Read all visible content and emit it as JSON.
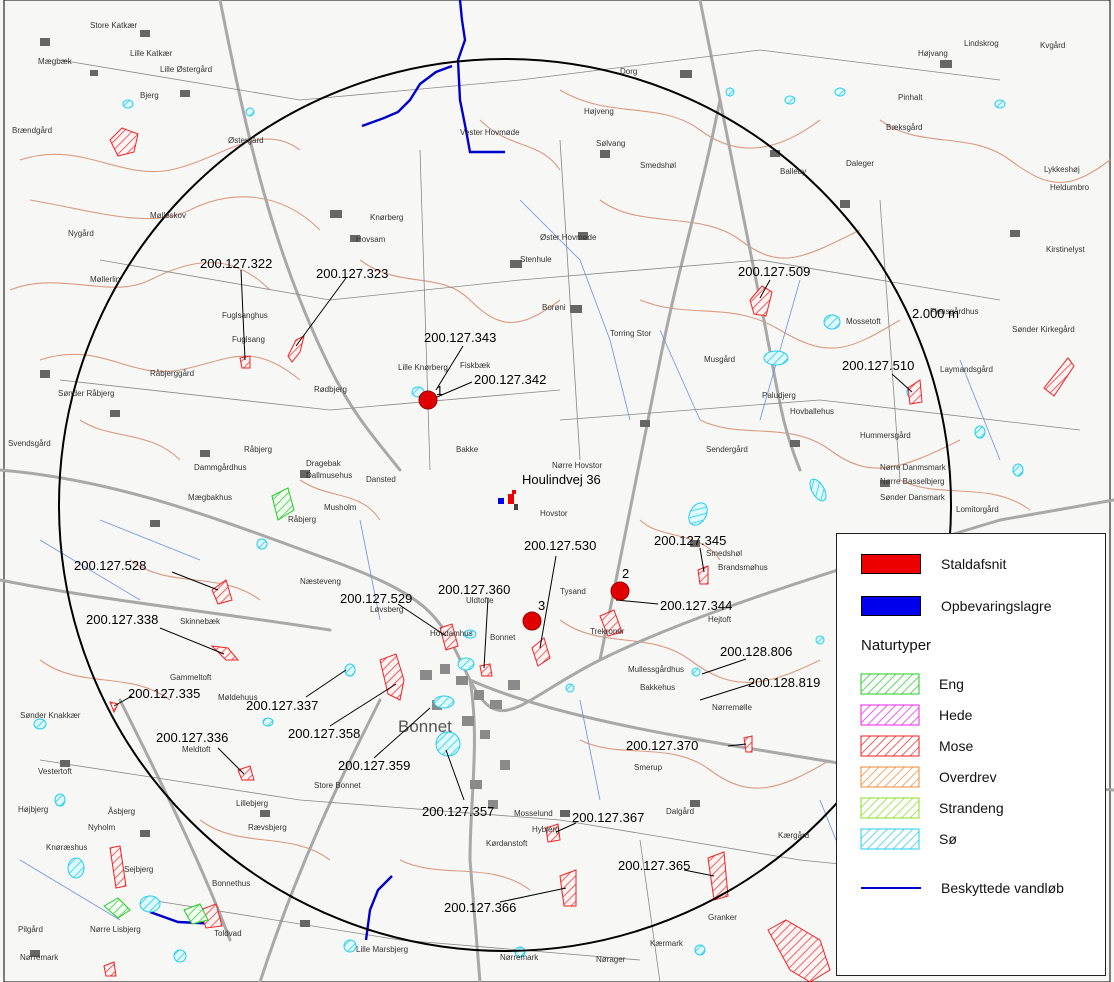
{
  "map": {
    "center_label": "Houlindvej 36",
    "radius_label": "2.000 m",
    "town_label": "Bonnet",
    "stable_markers": [
      {
        "id": "m1",
        "label": "1"
      },
      {
        "id": "m2",
        "label": "2"
      },
      {
        "id": "m3",
        "label": "3"
      }
    ],
    "area_labels": [
      "200.127.322",
      "200.127.323",
      "200.127.343",
      "200.127.342",
      "200.127.509",
      "200.127.510",
      "200.127.345",
      "200.127.530",
      "200.127.360",
      "200.127.528",
      "200.127.529",
      "200.127.344",
      "200.127.338",
      "200.128.806",
      "200.128.819",
      "200.127.335",
      "200.127.337",
      "200.127.358",
      "200.127.336",
      "200.127.359",
      "200.127.370",
      "200.127.357",
      "200.127.367",
      "200.127.365",
      "200.127.366"
    ],
    "place_names": [
      "Store Katkær",
      "Lille Katkær",
      "Mægbæk",
      "Lille Østergård",
      "Bjerg",
      "Brændgård",
      "Østergård",
      "Mølleskov",
      "Nygård",
      "Møllerlin",
      "Fuglsanghus",
      "Fuglsang",
      "Råbjerggård",
      "Rødbjerg",
      "Sønder Råbjerg",
      "Råbjerg",
      "Svendsgård",
      "Dammgårdhus",
      "Dragebak",
      "Dallmusehus",
      "Mægbakhus",
      "Råbjerg",
      "Musholm",
      "Dansted",
      "Knørberg",
      "Hovsam",
      "Vester Hovmøde",
      "Øster Hovmøde",
      "Stenhule",
      "Borøni",
      "Lille Knørberg",
      "Fiskbæk",
      "Bakke",
      "Nørre Hovstor",
      "Hovstor",
      "Hovdamhus",
      "Uldtofte",
      "Bonnet",
      "Trekroner",
      "Hejtoft",
      "Mullessgårdhus",
      "Bakkehus",
      "Nørremølle",
      "Smedshøl",
      "Brandsmøhus",
      "Tysand",
      "Dorg",
      "Højveng",
      "Sølvang",
      "Smedshøl",
      "Balleby",
      "Daleger",
      "Bæksgård",
      "Pinhalt",
      "Lindskrog",
      "Højvang",
      "Kvgård",
      "Torring Stor",
      "Musgård",
      "Paludjerg",
      "Hovballehus",
      "Sendergård",
      "Mossetoft",
      "Flensgårdhus",
      "Sønder Kirkegård",
      "Laymandsgård",
      "Hummersgård",
      "Nørre Danmsmark",
      "Nørre Basselbjerg",
      "Sønder Dansmark",
      "Lomitorgård",
      "Næsteveng",
      "Løvsberg",
      "Skinnebæk",
      "Gammeltoft",
      "Møldehuus",
      "Meldtoft",
      "Store Bonnet",
      "Lillebjerg",
      "Rævsbjerg",
      "Nyholm",
      "Knøræshus",
      "Sejbjerg",
      "Bonnethus",
      "Nørre Lisbjerg",
      "Toldvad",
      "Pilgård",
      "Nørremark",
      "Lille Marsbjerg",
      "Nørremark",
      "Mosselund",
      "Hybjerg",
      "Kørdanstoft",
      "Dalgård",
      "Smerup",
      "Granker",
      "Kærmark",
      "Nørager",
      "Kærgård",
      "Sønder Knakkær",
      "Vestertoft",
      "Højbjerg",
      "Åsbjerg",
      "Lykkeshøj",
      "Heldumbro",
      "Kirstinelyst"
    ],
    "colors": {
      "contour": "#d99a84",
      "road": "#9a9a9a",
      "water": "#5577dd",
      "protected_stream": "#0000cc",
      "marker": "#e00000",
      "lake": "#22ccee",
      "mose": "#ee2222"
    }
  },
  "legend": {
    "items": [
      {
        "label": "Staldafsnit",
        "color": "#ee0000",
        "kind": "solid"
      },
      {
        "label": "Opbevaringslagre",
        "color": "#0000ee",
        "kind": "solid"
      }
    ],
    "naturtyper_heading": "Naturtyper",
    "naturtyper": [
      {
        "label": "Eng",
        "color": "#22cc22"
      },
      {
        "label": "Hede",
        "color": "#ee22ee"
      },
      {
        "label": "Mose",
        "color": "#ee2222"
      },
      {
        "label": "Overdrev",
        "color": "#ee8833"
      },
      {
        "label": "Strandeng",
        "color": "#88dd22"
      },
      {
        "label": "Sø",
        "color": "#22ccee"
      }
    ],
    "stream_label": "Beskyttede vandløb",
    "stream_color": "#0000cc"
  }
}
